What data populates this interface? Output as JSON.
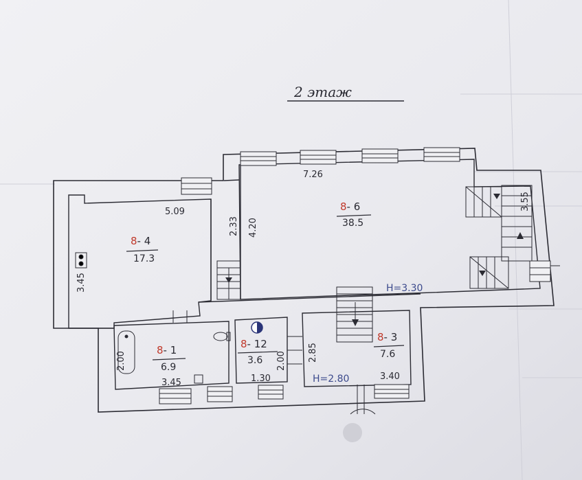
{
  "title": "2 этаж",
  "rooms": [
    {
      "code_prefix": "8",
      "code_suffix": "- 4",
      "area": "17.3"
    },
    {
      "code_prefix": "8",
      "code_suffix": "- 6",
      "area": "38.5"
    },
    {
      "code_prefix": "8",
      "code_suffix": "- 1",
      "area": "6.9"
    },
    {
      "code_prefix": "8",
      "code_suffix": "- 12",
      "area": "3.6"
    },
    {
      "code_prefix": "8",
      "code_suffix": "- 3",
      "area": "7.6"
    }
  ],
  "dimensions": {
    "d726": "7.26",
    "d509": "5.09",
    "d233": "2.33",
    "d420": "4.20",
    "d355": "3.55",
    "d345_left": "3.45",
    "d200_left": "2.00",
    "d345_bottom": "3.45",
    "d130": "1.30",
    "d200_mid": "2.00",
    "d285": "2.85",
    "d340": "3.40"
  },
  "heights": {
    "main": "H=3.30",
    "lower": "H=2.80"
  }
}
